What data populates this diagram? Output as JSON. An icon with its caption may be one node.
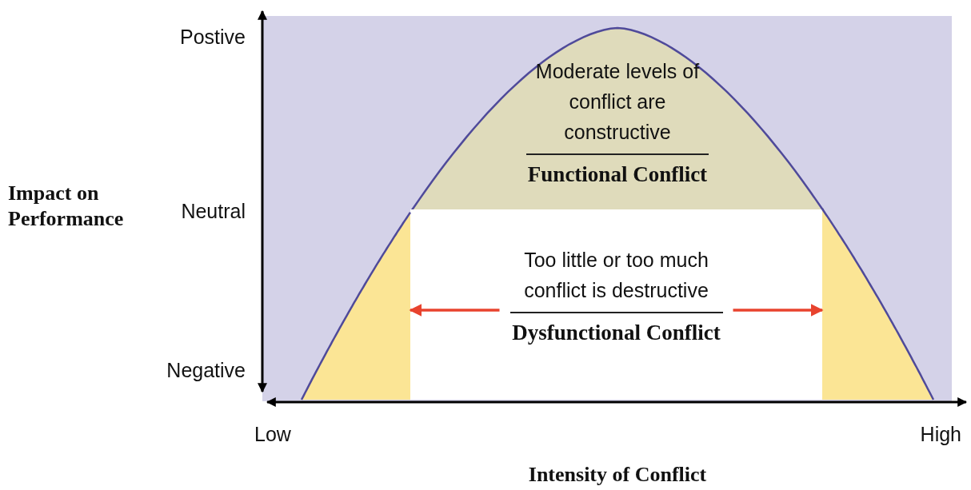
{
  "diagram": {
    "nodes": [
      {
        "text": [
          "Moderate levels of conflict are constructive",
          "Functional Conflict"
        ]
      },
      {
        "text": [
          "Too little or too much conflict is destructive",
          "Dysfunctional Conflict"
        ]
      },
      {
        "text": [],
        "shape": "box"
      },
      {
        "text": [],
        "shape": "box"
      }
    ],
    "edges": [
      {
        "from": 1,
        "to": 2,
        "arrow": "to",
        "color": "#e8432e"
      },
      {
        "from": 1,
        "to": 3,
        "arrow": "to",
        "color": "#e8432e"
      }
    ],
    "labels": [
      "Postive",
      "Neutral",
      "Negative",
      "Impact on Performance",
      "Low",
      "High",
      "Intensity of Conflict"
    ]
  }
}
